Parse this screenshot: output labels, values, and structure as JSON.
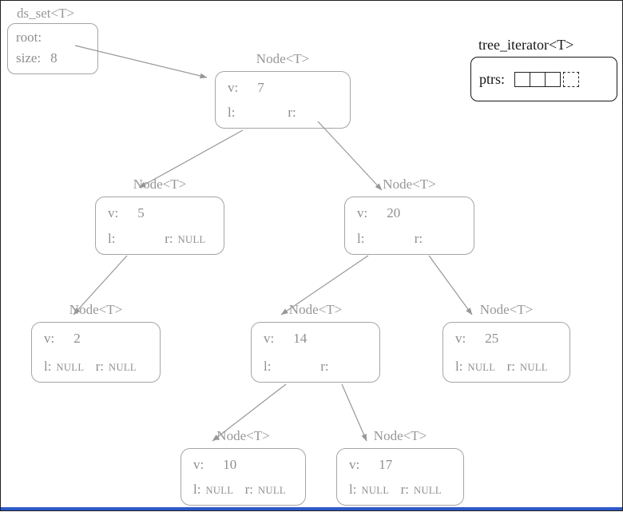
{
  "ds_set": {
    "title": "ds_set<T>",
    "root_label": "root:",
    "size_label": "size:",
    "size_value": "8"
  },
  "iterator": {
    "title": "tree_iterator<T>",
    "ptrs_label": "ptrs:",
    "cell_count": 4
  },
  "labels": {
    "v": "v:",
    "l": "l:",
    "r": "r:"
  },
  "nodes": [
    {
      "type": "Node<T>",
      "v": "7",
      "l": "",
      "r": ""
    },
    {
      "type": "Node<T>",
      "v": "5",
      "l": "",
      "r": "NULL"
    },
    {
      "type": "Node<T>",
      "v": "20",
      "l": "",
      "r": ""
    },
    {
      "type": "Node<T>",
      "v": "2",
      "l": "NULL",
      "r": "NULL"
    },
    {
      "type": "Node<T>",
      "v": "14",
      "l": "",
      "r": ""
    },
    {
      "type": "Node<T>",
      "v": "25",
      "l": "NULL",
      "r": "NULL"
    },
    {
      "type": "Node<T>",
      "v": "10",
      "l": "NULL",
      "r": "NULL"
    },
    {
      "type": "Node<T>",
      "v": "17",
      "l": "NULL",
      "r": "NULL"
    }
  ],
  "tree": {
    "root_value": "7",
    "edges": [
      {
        "from": "root",
        "to": "7"
      },
      {
        "from": "7",
        "side": "l",
        "to": "5"
      },
      {
        "from": "7",
        "side": "r",
        "to": "20"
      },
      {
        "from": "5",
        "side": "l",
        "to": "2"
      },
      {
        "from": "20",
        "side": "l",
        "to": "14"
      },
      {
        "from": "20",
        "side": "r",
        "to": "25"
      },
      {
        "from": "14",
        "side": "l",
        "to": "10"
      },
      {
        "from": "14",
        "side": "r",
        "to": "17"
      }
    ]
  },
  "colors": {
    "diagram_gray": "#979797",
    "outline_black": "#1f1f1f",
    "bottom_bar_blue": "#2d59c8"
  }
}
